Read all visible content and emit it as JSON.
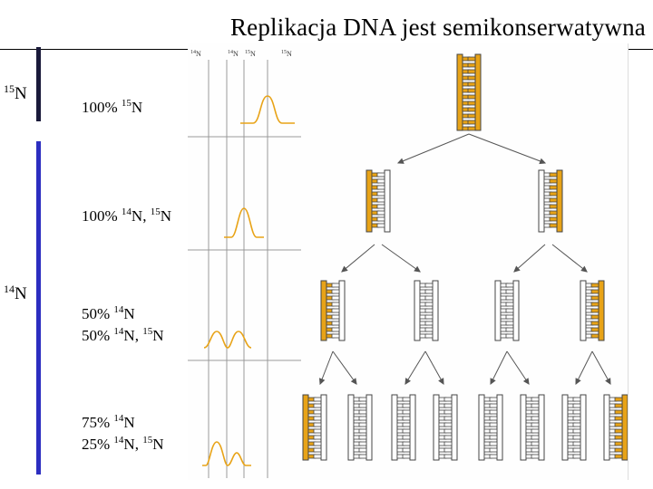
{
  "slide": {
    "title": "Replikacja DNA jest semikonserwatywna",
    "isotopes": [
      {
        "mass": "15",
        "element": "N",
        "bar_color": "#1a1a3a"
      },
      {
        "mass": "14",
        "element": "N",
        "bar_color": "#2c2ec0"
      }
    ],
    "generations": [
      {
        "line1": {
          "pct": "100%",
          "a": "15",
          "aN": "N",
          "b": "",
          "bN": ""
        }
      },
      {
        "line1": {
          "pct": "100%",
          "a": "14",
          "aN": "N,",
          "b": "15",
          "bN": "N"
        }
      },
      {
        "line1": {
          "pct": "50%",
          "a": "14",
          "aN": "N",
          "b": "",
          "bN": ""
        },
        "line2": {
          "pct": "50%",
          "a": "14",
          "aN": "N,",
          "b": "15",
          "bN": "N"
        }
      },
      {
        "line1": {
          "pct": "75%",
          "a": "14",
          "aN": "N",
          "b": "",
          "bN": ""
        },
        "line2": {
          "pct": "25%",
          "a": "14",
          "aN": "N,",
          "b": "15",
          "bN": "N"
        }
      }
    ],
    "figure": {
      "column_labels": [
        {
          "mass": "14",
          "el": "N"
        },
        {
          "mass": "14",
          "el": "N"
        },
        {
          "mass": "15",
          "el": "N"
        },
        {
          "mass": "15",
          "el": "N"
        }
      ],
      "colors": {
        "heavy": "#e8a317",
        "light": "#ffffff",
        "outline": "#444444",
        "peak": "#e8a317"
      }
    }
  }
}
